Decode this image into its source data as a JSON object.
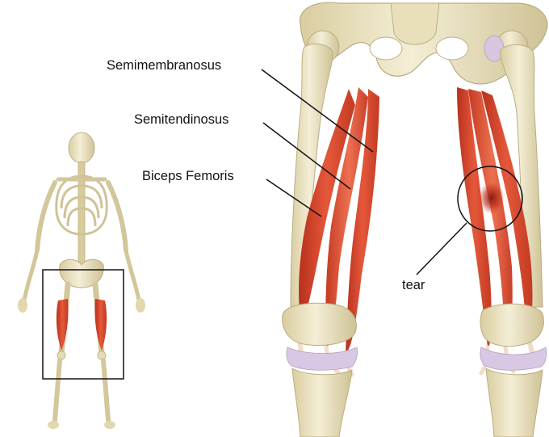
{
  "labels": {
    "semimembranosus": "Semimembranosus",
    "semitendinosus": "Semitendinosus",
    "biceps_femoris": "Biceps Femoris",
    "tear": "tear"
  },
  "colors": {
    "bone": "#ece4c4",
    "bone_shadow": "#c9bd92",
    "cartilage": "#c9b6d8",
    "muscle": "#d7452b",
    "muscle_dark": "#b8301d",
    "muscle_light": "#ea7a5a",
    "tendon": "#f1dccb",
    "line": "#111111",
    "background": "#ffffff"
  }
}
